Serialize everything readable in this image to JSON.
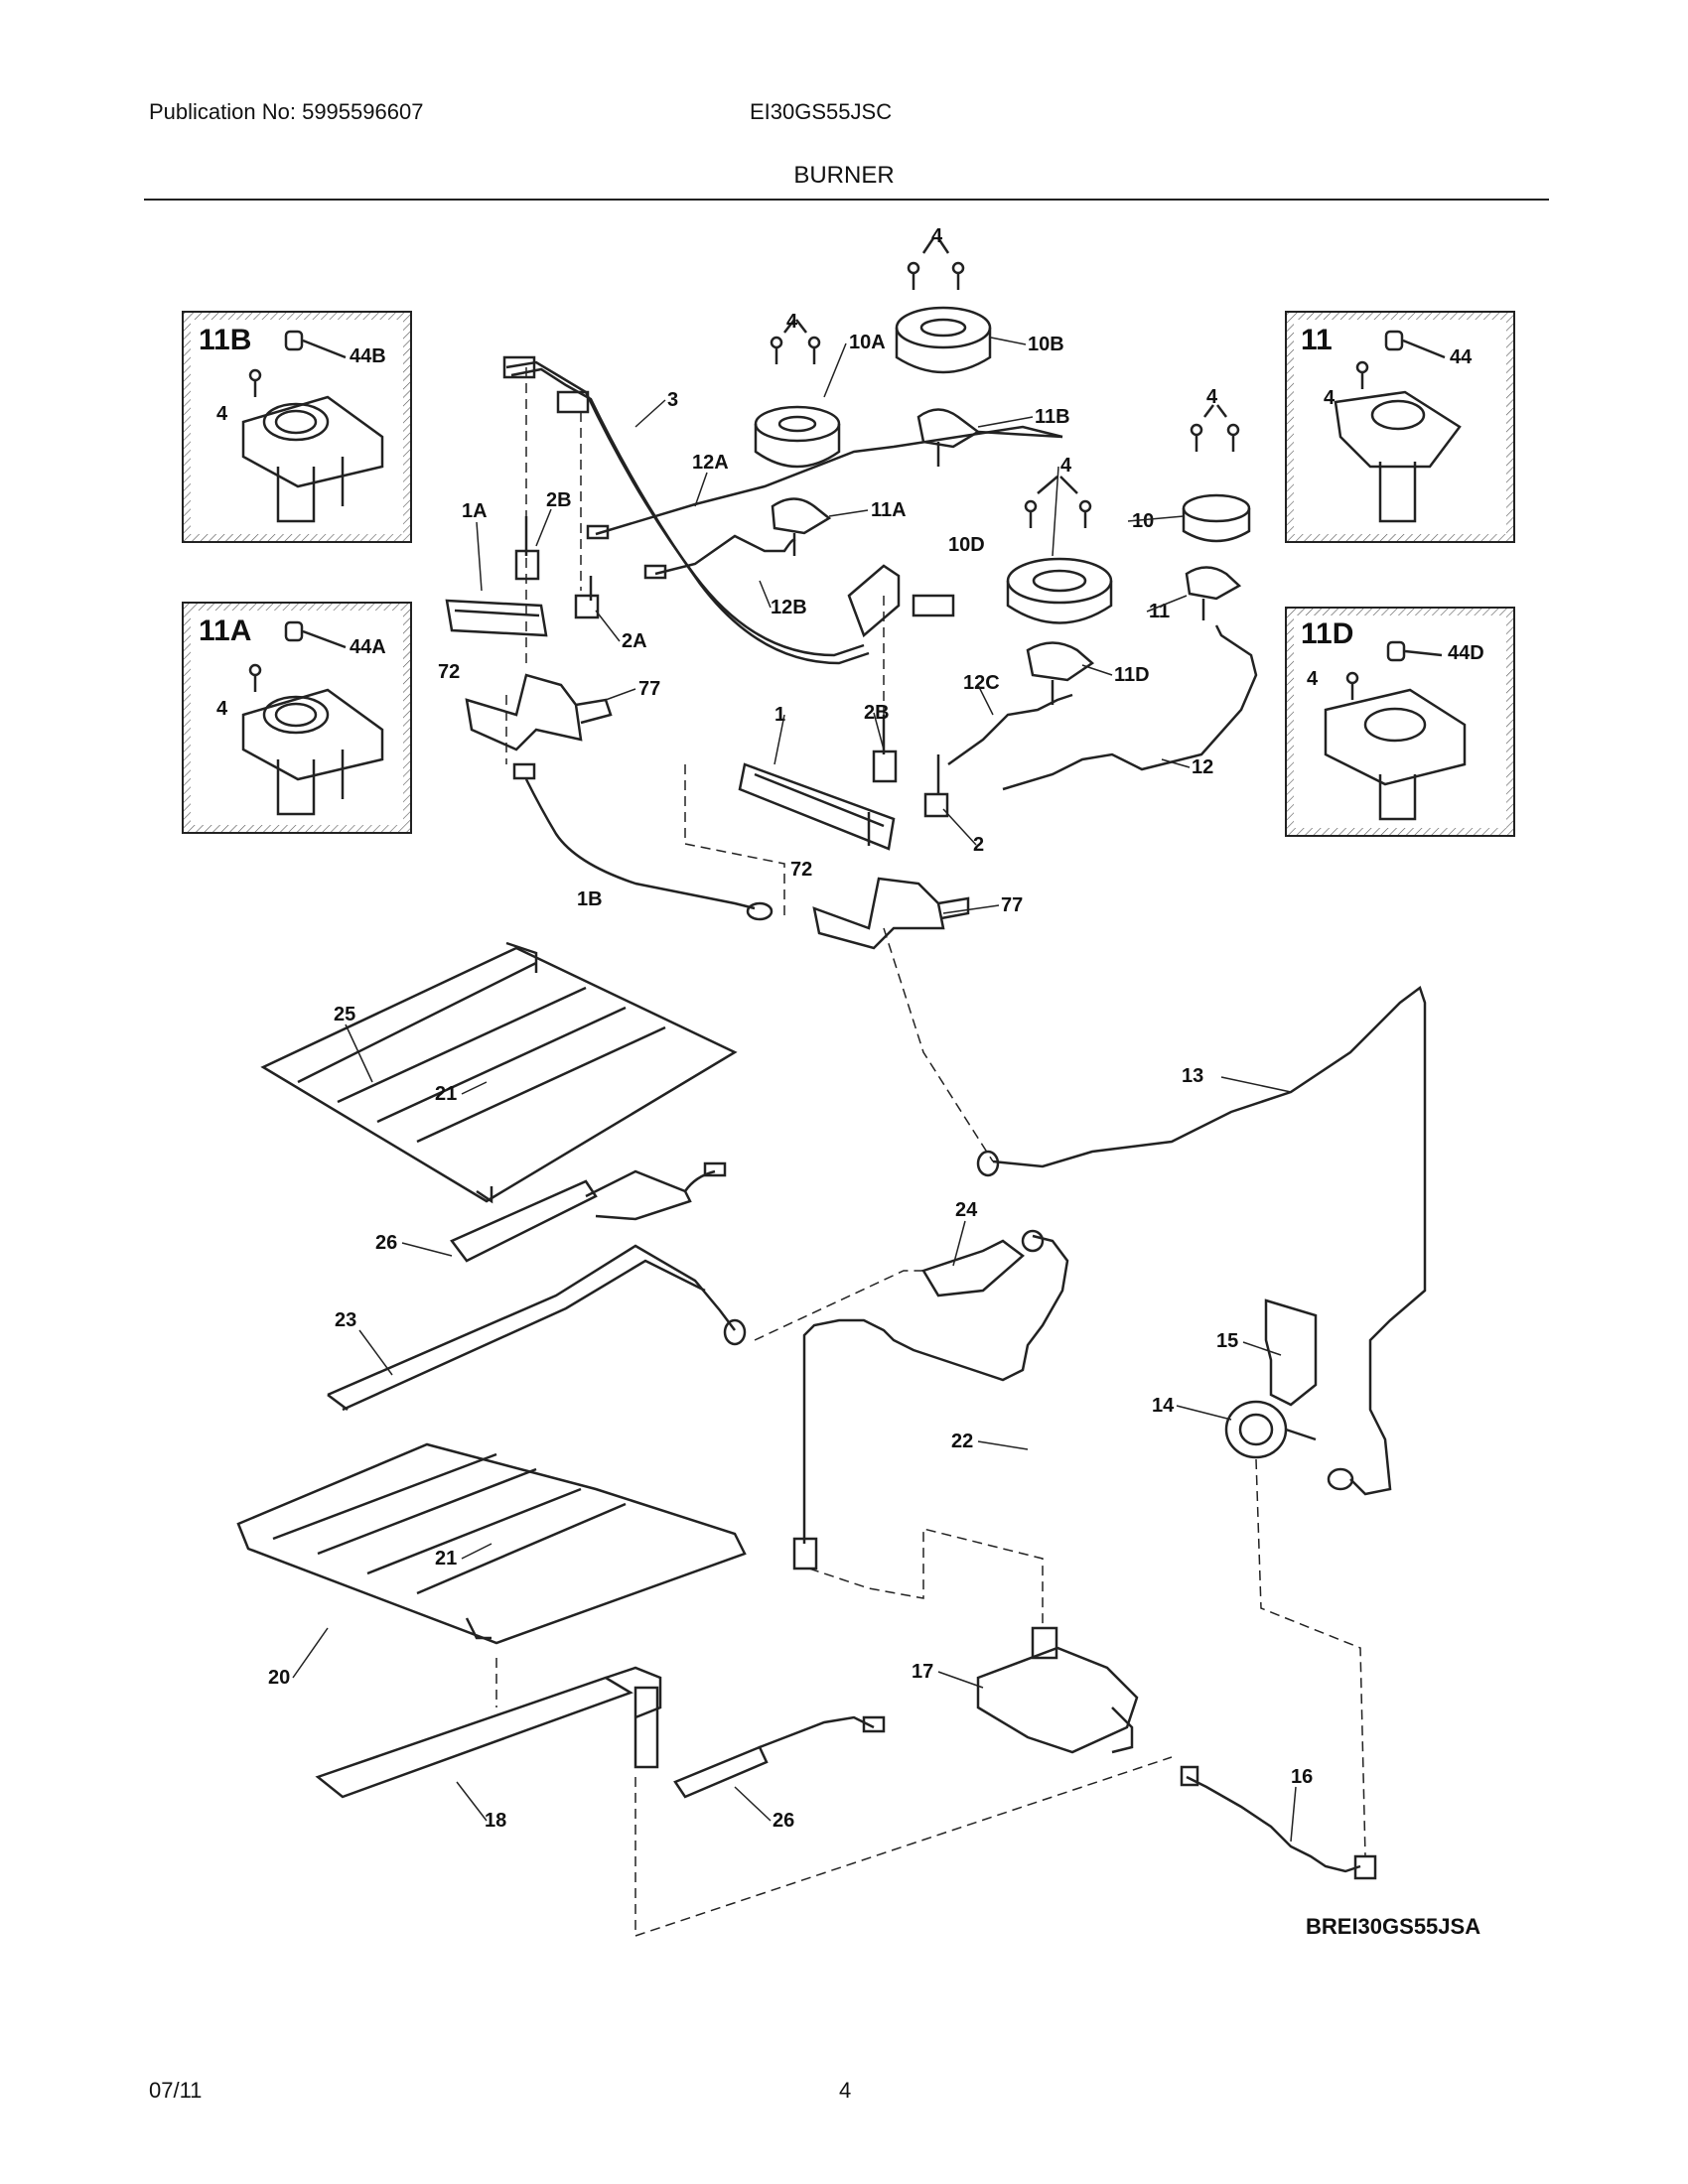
{
  "header": {
    "publication": "Publication No: 5995596607",
    "model": "EI30GS55JSC",
    "section_title": "BURNER"
  },
  "footer": {
    "date": "07/11",
    "page_number": "4"
  },
  "diagram": {
    "drawing_code": "BREI30GS55JSA",
    "insets": [
      {
        "title": "11B",
        "labels": [
          "44B",
          "4"
        ]
      },
      {
        "title": "11A",
        "labels": [
          "44A",
          "4"
        ]
      },
      {
        "title": "11",
        "labels": [
          "44",
          "4"
        ]
      },
      {
        "title": "11D",
        "labels": [
          "44D",
          "4"
        ]
      }
    ],
    "callouts": [
      "4",
      "4",
      "10B",
      "4",
      "10A",
      "11B",
      "3",
      "12A",
      "1A",
      "2B",
      "11A",
      "4",
      "10",
      "10D",
      "11",
      "12B",
      "2A",
      "72",
      "77",
      "11D",
      "12C",
      "1",
      "2B",
      "12",
      "2",
      "72",
      "77",
      "1B",
      "25",
      "21",
      "13",
      "26",
      "24",
      "23",
      "15",
      "22",
      "14",
      "21",
      "20",
      "17",
      "16",
      "18",
      "26"
    ]
  }
}
